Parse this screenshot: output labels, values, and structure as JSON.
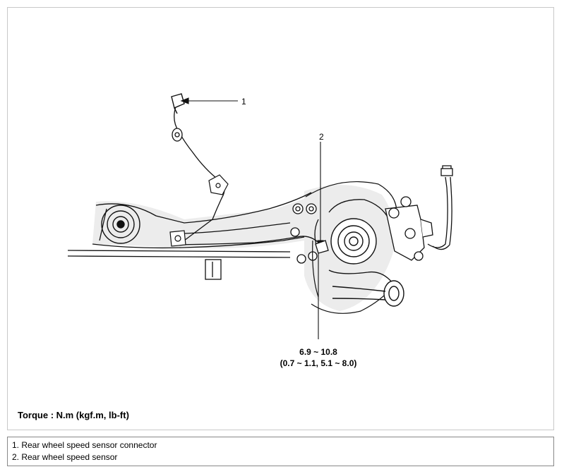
{
  "callouts": [
    {
      "number": "1"
    },
    {
      "number": "2"
    }
  ],
  "torque_spec": {
    "value_nm": "6.9 ~ 10.8",
    "value_alt": "(0.7 ~ 1.1, 5.1 ~ 8.0)"
  },
  "torque_unit_note": "Torque : N.m (kgf.m, lb-ft)",
  "legend": [
    {
      "text": "1. Rear wheel speed sensor connector"
    },
    {
      "text": "2. Rear wheel speed sensor"
    }
  ]
}
